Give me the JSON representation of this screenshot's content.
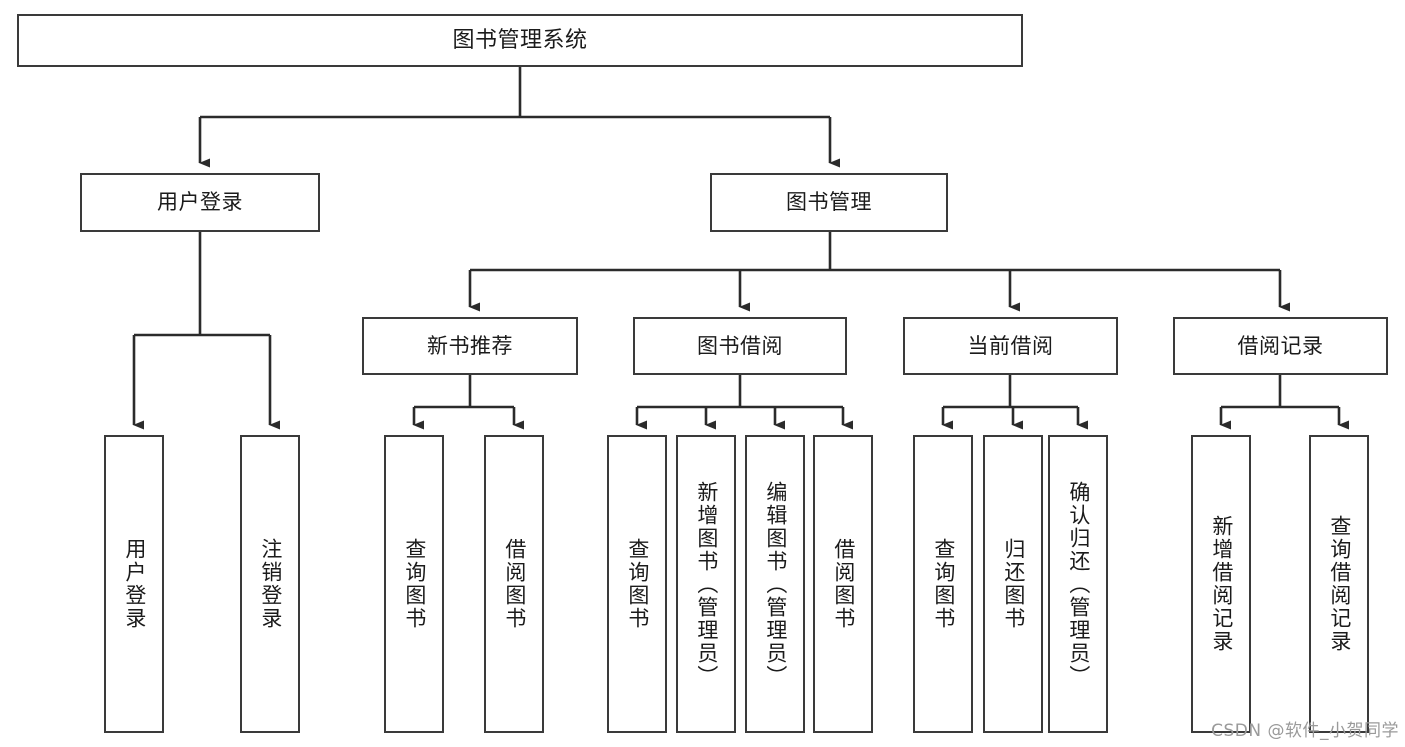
{
  "diagram": {
    "type": "tree",
    "title": "图书管理系统",
    "watermark": "CSDN @软件_小贺同学",
    "colors": {
      "background": "#ffffff",
      "border": "#3a3a3a",
      "text": "#1b1b1b",
      "edge": "#2b2b2b",
      "watermark": "#9a9a9a"
    },
    "root": {
      "label": "图书管理系统"
    },
    "level1": [
      {
        "label": "用户登录"
      },
      {
        "label": "图书管理"
      }
    ],
    "level2": [
      {
        "label": "新书推荐"
      },
      {
        "label": "图书借阅"
      },
      {
        "label": "当前借阅"
      },
      {
        "label": "借阅记录"
      }
    ],
    "leaves": {
      "user_login": [
        {
          "label": "用户登录"
        },
        {
          "label": "注销登录"
        }
      ],
      "new_book": [
        {
          "label": "查询图书"
        },
        {
          "label": "借阅图书"
        }
      ],
      "book_borrow": [
        {
          "label": "查询图书"
        },
        {
          "label": "新增图书（管理员）"
        },
        {
          "label": "编辑图书（管理员）"
        },
        {
          "label": "借阅图书"
        }
      ],
      "current_borrow": [
        {
          "label": "查询图书"
        },
        {
          "label": "归还图书"
        },
        {
          "label": "确认归还（管理员）"
        }
      ],
      "borrow_record": [
        {
          "label": "新增借阅记录"
        },
        {
          "label": "查询借阅记录"
        }
      ]
    }
  }
}
